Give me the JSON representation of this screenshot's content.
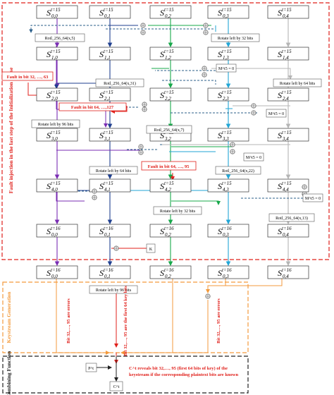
{
  "sections": {
    "fault_phase_label": "Fault injection in the last step of the Initialization Phase",
    "keystream_label": "Keystream Generation",
    "combining_label": "Combining Function"
  },
  "states": {
    "row0": [
      "S0,0 t=15",
      "S0,1 t=15",
      "S0,2 t=15",
      "S0,3 t=15",
      "S0,4 t=15"
    ],
    "row1": [
      "S1,0 t=15",
      "S1,1 t=15",
      "S1,2 t=15",
      "S1,3 t=15",
      "S1,4 t=15"
    ],
    "row2": [
      "S2,0 t=15",
      "S2,1 t=15",
      "S2,2 t=15",
      "S2,3 t=15",
      "S2,4 t=15"
    ],
    "row3": [
      "S3,0 t=15",
      "S3,1 t=15",
      "S3,2 t=15",
      "S3,3 t=15",
      "S3,4 t=15"
    ],
    "row4": [
      "S4,0 t=15",
      "S4,1 t=15",
      "S4,2 t=15",
      "S4,3 t=15",
      "S4,4 t=15"
    ],
    "row5": [
      "S0,0 t=16",
      "S0,1 t=16",
      "S0,2 t=16",
      "S0,3 t=16",
      "S0,4 t=16"
    ],
    "row6": [
      "S0,0 t=16",
      "S0,1 t=16",
      "S0,2 t=16",
      "S0,3 t=16",
      "S0,4 t=16"
    ]
  },
  "ops": {
    "rotl_s5": "Rotl_256_64(x,5)",
    "rot32_a": "Rotate left by 32 bits",
    "m0_a": "M^t5 = 0",
    "rotl_s31": "Rotl_256_64(x,31)",
    "rot64_a": "Rotate left by 64 bits",
    "m0_b": "M^t5 = 0",
    "rot96_a": "Rotate left by 96 bits",
    "rotl_s7": "Rotl_256_64(x,7)",
    "m0_c": "M^t5 = 0",
    "rot64_b": "Rotate left by 64 bits",
    "rotl_s22": "Rotl_256_64(x,22)",
    "m0_d": "M^t5 = 0",
    "rot32_b": "Rotate left by 32 bits",
    "rotl_s13": "Rotl_256_64(x,13)",
    "k_label": "K",
    "rot96_b": "Rotate left by 96 bits",
    "p_label": "P^t",
    "c_label": "C^t"
  },
  "faults": {
    "f1": "Fault in bit 32, …, 63",
    "f2": "Fault in bit 64, …,127",
    "f3": "Fault in bit 64, …, 95"
  },
  "keystream_notes": {
    "a": "Bit 32,…, 95 are errors",
    "b": "Bit 32,…, 95 are the first 64 key bits",
    "c": "Bit 32,…, 95 are errors"
  },
  "combine_note": {
    "line1": "C^t reveals  bit 32,…, 95 (first 64 bits of key) of the",
    "line2": "keystream if the  corresponding plaintext bits are known"
  },
  "colors": {
    "fault_box": "#e0201b",
    "keystream_box": "#f39a3c",
    "combine_box": "#222222",
    "col0": "#7a2db3",
    "col1": "#1f3f8f",
    "col2": "#17a84a",
    "col3": "#22a6d6",
    "col4": "#b5b5b5"
  }
}
